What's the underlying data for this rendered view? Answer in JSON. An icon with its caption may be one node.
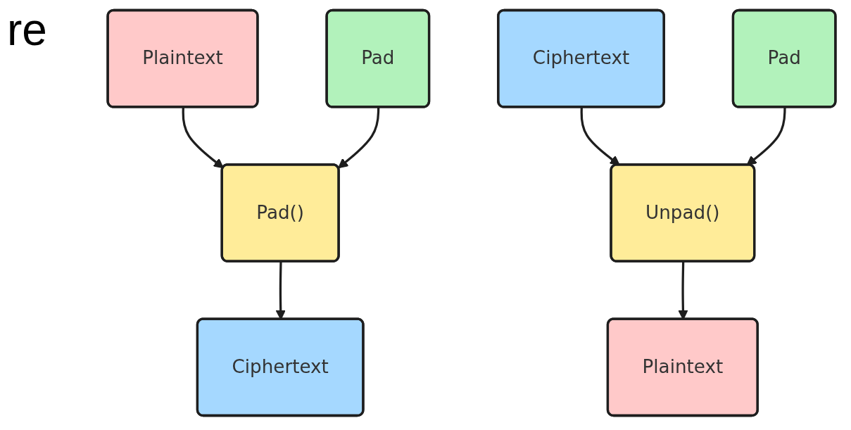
{
  "diagram": {
    "nodes": [
      {
        "text": [
          "Plaintext"
        ]
      },
      {
        "text": [
          "Pad"
        ]
      },
      {
        "text": [
          "Pad()"
        ]
      },
      {
        "text": [
          "Ciphertext"
        ]
      },
      {
        "text": [
          "Ciphertext"
        ]
      },
      {
        "text": [
          "Pad"
        ]
      },
      {
        "text": [
          "Unpad()"
        ]
      },
      {
        "text": [
          "Plaintext"
        ]
      }
    ],
    "edges": [
      {
        "from": 0,
        "to": 2,
        "arrow": "to"
      },
      {
        "from": 1,
        "to": 2,
        "arrow": "to"
      },
      {
        "from": 2,
        "to": 3,
        "arrow": "to"
      },
      {
        "from": 4,
        "to": 6,
        "arrow": "to"
      },
      {
        "from": 5,
        "to": 6,
        "arrow": "to"
      },
      {
        "from": 6,
        "to": 7,
        "arrow": "to"
      }
    ],
    "labels": [
      "re"
    ]
  }
}
